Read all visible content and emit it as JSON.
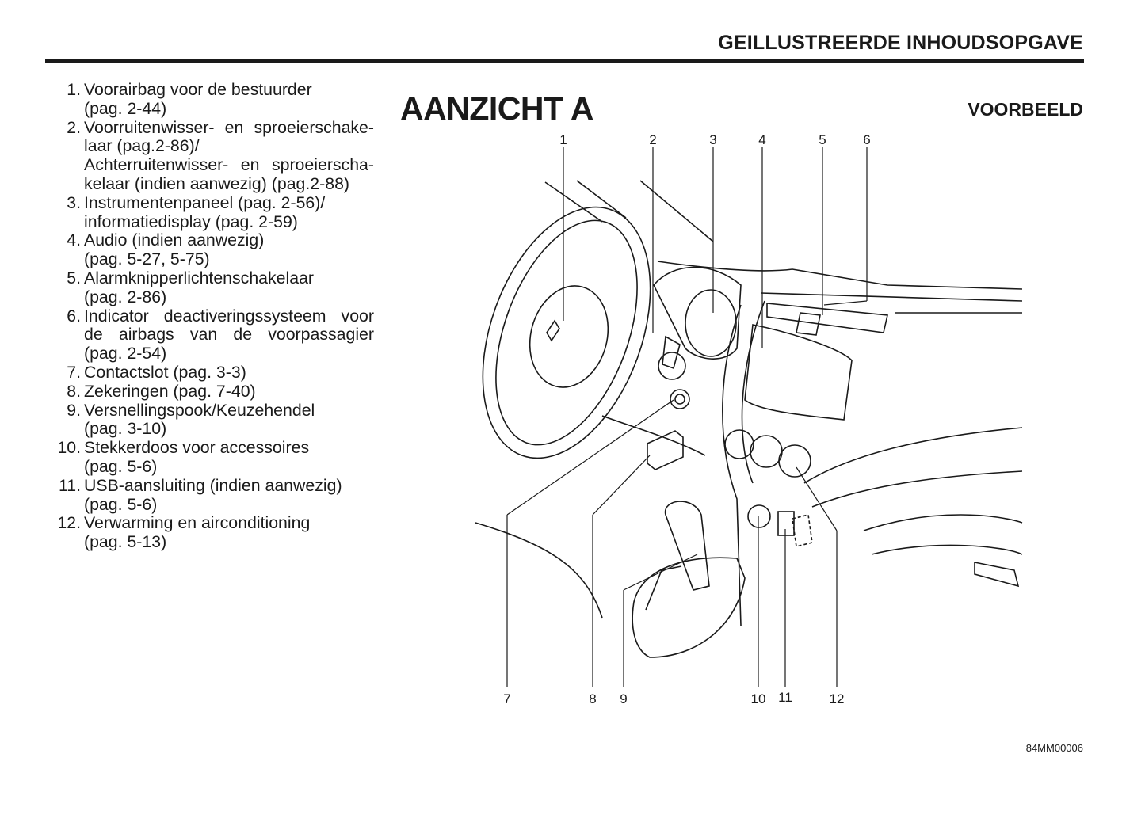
{
  "header": {
    "section_title": "GEILLUSTREERDE INHOUDSOPGAVE"
  },
  "figure": {
    "title": "AANZICHT A",
    "example_label": "VOORBEELD",
    "code": "84MM00006",
    "callouts_top": [
      "1",
      "2",
      "3",
      "4",
      "5",
      "6"
    ],
    "callouts_bottom": [
      "7",
      "8",
      "9",
      "10",
      "11",
      "12"
    ]
  },
  "items": [
    {
      "num": "1.",
      "lines": [
        "Voorairbag voor de bestuurder",
        "(pag. 2-44)"
      ]
    },
    {
      "num": "2.",
      "lines": [
        "Voorruitenwisser- en sproeierschake-",
        "laar (pag.2-86)/",
        "Achterruitenwisser- en sproeierscha-",
        "kelaar (indien aanwezig) (pag.2-88)"
      ]
    },
    {
      "num": "3.",
      "lines": [
        "Instrumentenpaneel (pag. 2-56)/",
        "informatiedisplay (pag. 2-59)"
      ]
    },
    {
      "num": "4.",
      "lines": [
        "Audio (indien aanwezig)",
        "(pag. 5-27, 5-75)"
      ]
    },
    {
      "num": "5.",
      "lines": [
        "Alarmknipperlichtenschakelaar",
        "(pag. 2-86)"
      ]
    },
    {
      "num": "6.",
      "lines": [
        "Indicator deactiveringssysteem voor",
        "de airbags van de voorpassagier",
        "(pag. 2-54)"
      ]
    },
    {
      "num": "7.",
      "lines": [
        "Contactslot (pag. 3-3)"
      ]
    },
    {
      "num": "8.",
      "lines": [
        "Zekeringen (pag. 7-40)"
      ]
    },
    {
      "num": "9.",
      "lines": [
        "Versnellingspook/Keuzehendel",
        "(pag. 3-10)"
      ]
    },
    {
      "num": "10.",
      "lines": [
        "Stekkerdoos voor accessoires",
        "(pag. 5-6)"
      ]
    },
    {
      "num": "11.",
      "lines": [
        "USB-aansluiting (indien aanwezig)",
        "(pag. 5-6)"
      ]
    },
    {
      "num": "12.",
      "lines": [
        "Verwarming en airconditioning",
        "(pag. 5-13)"
      ]
    }
  ]
}
